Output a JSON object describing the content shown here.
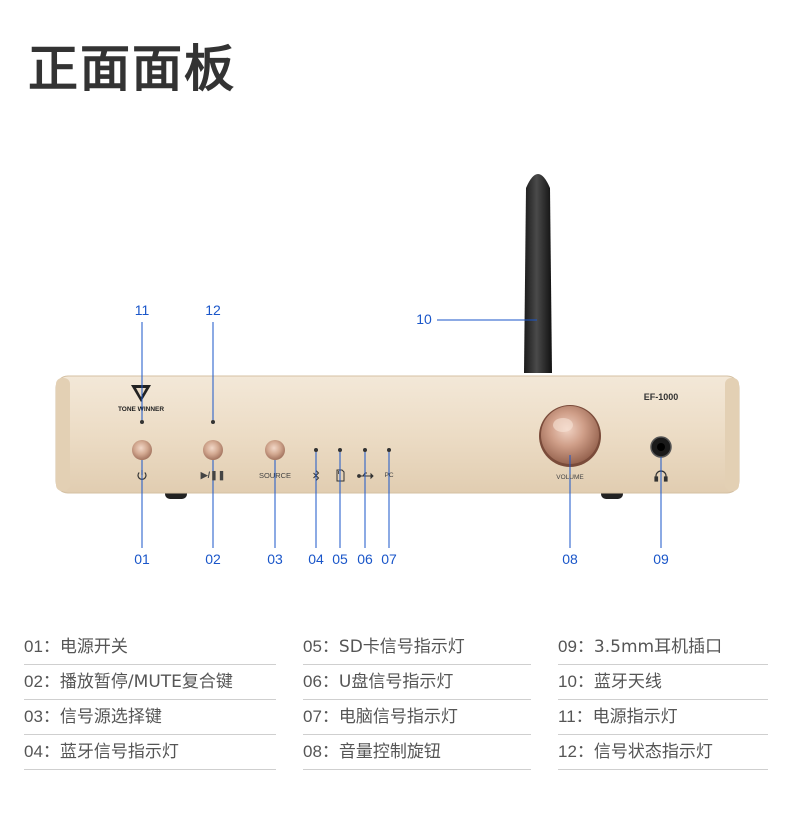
{
  "page": {
    "title": "正面面板"
  },
  "device": {
    "brand": "TONE WINNER",
    "model": "EF-1000",
    "labels": {
      "play_pause": "▶/❚❚",
      "source": "SOURCE",
      "pc": "PC",
      "volume": "VOLUME"
    }
  },
  "callouts": [
    "01",
    "02",
    "03",
    "04",
    "05",
    "06",
    "07",
    "08",
    "09",
    "10",
    "11",
    "12"
  ],
  "legend": [
    {
      "code": "01",
      "sep": "：",
      "text": "电源开关"
    },
    {
      "code": "02",
      "sep": "：",
      "text": "播放暂停/MUTE复合键"
    },
    {
      "code": "03",
      "sep": "：",
      "text": "信号源选择键"
    },
    {
      "code": "04",
      "sep": "：",
      "text": "蓝牙信号指示灯"
    },
    {
      "code": "05",
      "sep": "：",
      "text": "SD卡信号指示灯"
    },
    {
      "code": "06",
      "sep": "：",
      "text": "U盘信号指示灯"
    },
    {
      "code": "07",
      "sep": "：",
      "text": "电脑信号指示灯"
    },
    {
      "code": "08",
      "sep": "：",
      "text": "音量控制旋钮"
    },
    {
      "code": "09",
      "sep": "：",
      "text": "3.5mm耳机插口"
    },
    {
      "code": "10",
      "sep": "：",
      "text": "蓝牙天线"
    },
    {
      "code": "11",
      "sep": "：",
      "text": "电源指示灯"
    },
    {
      "code": "12",
      "sep": "：",
      "text": "信号状态指示灯"
    }
  ],
  "colors": {
    "accent": "#1a56c9",
    "panel": "#ebdcc6",
    "knob": "#c99783",
    "title": "#333333",
    "divider": "#cfcfcf"
  }
}
